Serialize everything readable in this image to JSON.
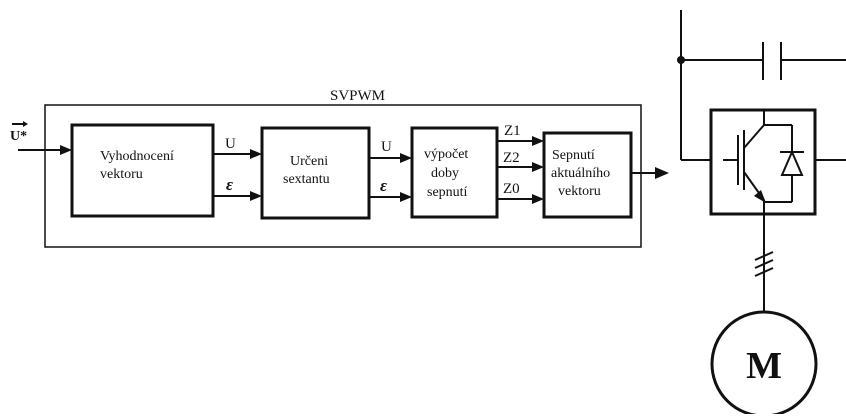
{
  "diagram": {
    "title": "SVPWM",
    "input_label": "U*",
    "blocks": {
      "vyhodnoceni": [
        "Vyhodnocení",
        "vektoru"
      ],
      "urceni": [
        "Určeni",
        "sextantu"
      ],
      "vypocet": [
        "výpočet",
        "doby",
        "sepnutí"
      ],
      "sepnuti": [
        "Sepnutí",
        "aktuálního",
        "vektoru"
      ]
    },
    "signals": {
      "u_1": "U",
      "eps_1": "ε",
      "u_2": "U",
      "eps_2": "ε",
      "z1": "Z1",
      "z2": "Z2",
      "z0": "Z0"
    },
    "motor_label": "M"
  }
}
